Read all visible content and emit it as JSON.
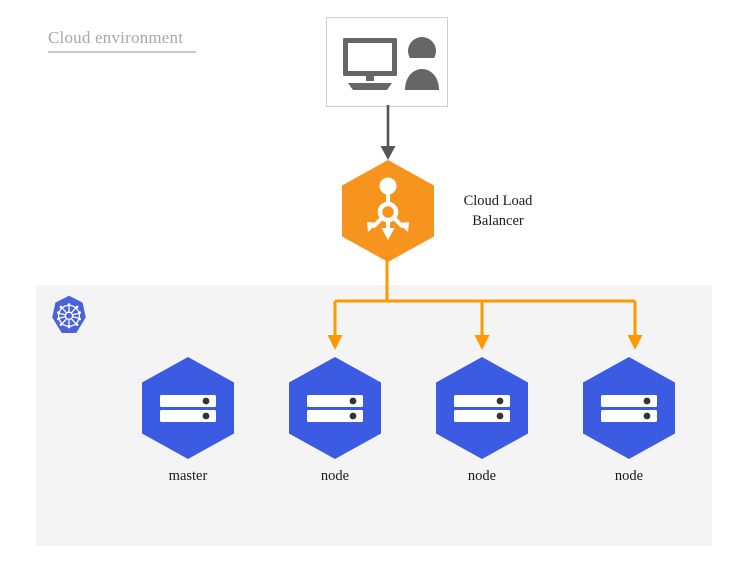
{
  "diagram": {
    "title": "Cloud environment",
    "colors": {
      "panel_bg": "#f4f4f4",
      "load_balancer_orange": "#f7941e",
      "connector_orange": "#ff9900",
      "node_blue": "#3b5be3",
      "kubernetes_blue": "#4a63d8",
      "client_icon_gray": "#666666",
      "client_box_border": "#cfcfcf",
      "title_gray": "#a8a8a8",
      "arrow_gray": "#575757",
      "label_text": "#1b1b1b"
    }
  },
  "client": {
    "icons": [
      "monitor-icon",
      "user-icon"
    ]
  },
  "load_balancer": {
    "icon": "load-balancer-icon",
    "label": "Cloud Load\nBalancer",
    "label_line_1": "Cloud Load",
    "label_line_2": "Balancer"
  },
  "cluster": {
    "logo": "kubernetes-logo-icon",
    "nodes": [
      {
        "label": "master",
        "icon": "server-icon"
      },
      {
        "label": "node",
        "icon": "server-icon"
      },
      {
        "label": "node",
        "icon": "server-icon"
      },
      {
        "label": "node",
        "icon": "server-icon"
      }
    ]
  },
  "connectors": {
    "client_to_lb": "gray-down-arrow",
    "lb_to_nodes": "orange-branch-arrows"
  }
}
